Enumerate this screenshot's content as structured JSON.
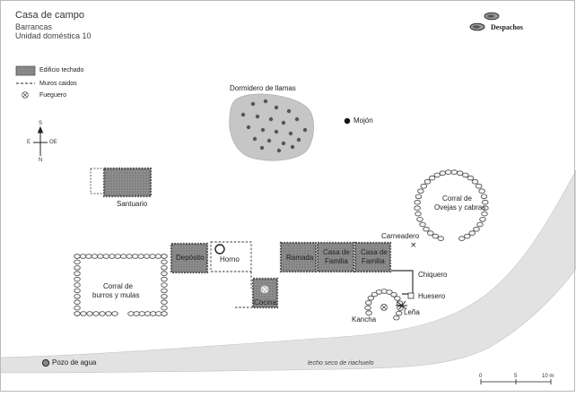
{
  "header": {
    "title": "Casa de campo",
    "subtitle_line1": "Barrancas",
    "subtitle_line2": "Unidad doméstica 10"
  },
  "brand": {
    "name": "Despachos"
  },
  "legend": {
    "items": [
      {
        "label": "Edificio techado",
        "icon": "filled-rect-icon"
      },
      {
        "label": "Muros caidos",
        "icon": "dashed-line-icon"
      },
      {
        "label": "Fueguero",
        "icon": "x-circle-icon"
      }
    ]
  },
  "compass": {
    "north": "S",
    "west": "E",
    "east": "OE",
    "south": "N"
  },
  "labels": {
    "dormidero": "Dormidero de llamas",
    "mojon": "Mojón",
    "santuario": "Santuario",
    "corral_ovejas_1": "Corral de",
    "corral_ovejas_2": "Ovejas y cabras",
    "carneadero": "Carneadero",
    "deposito": "Depósito",
    "horno": "Horno",
    "ramada": "Ramada",
    "casa1_1": "Casa de",
    "casa1_2": "Familia",
    "casa2_1": "Casa de",
    "casa2_2": "Familia",
    "chiquero": "Chiquero",
    "huesero": "Huesero",
    "lena": "Leña",
    "kancha": "Kancha",
    "cocina": "Cocina",
    "corral_burros_1": "Corral de",
    "corral_burros_2": "burros y mulas",
    "pozo": "Pozo de agua",
    "riachuelo": "lecho seco de riachuelo"
  },
  "scale": {
    "ticks": [
      "0",
      "5",
      "10 m"
    ]
  },
  "colors": {
    "building_fill": "#8a8a8a",
    "herd_area": "#c6c6c6",
    "river_bed": "#e2e2e2",
    "wall_stone": "#f4f4f4",
    "ink": "#222222"
  }
}
